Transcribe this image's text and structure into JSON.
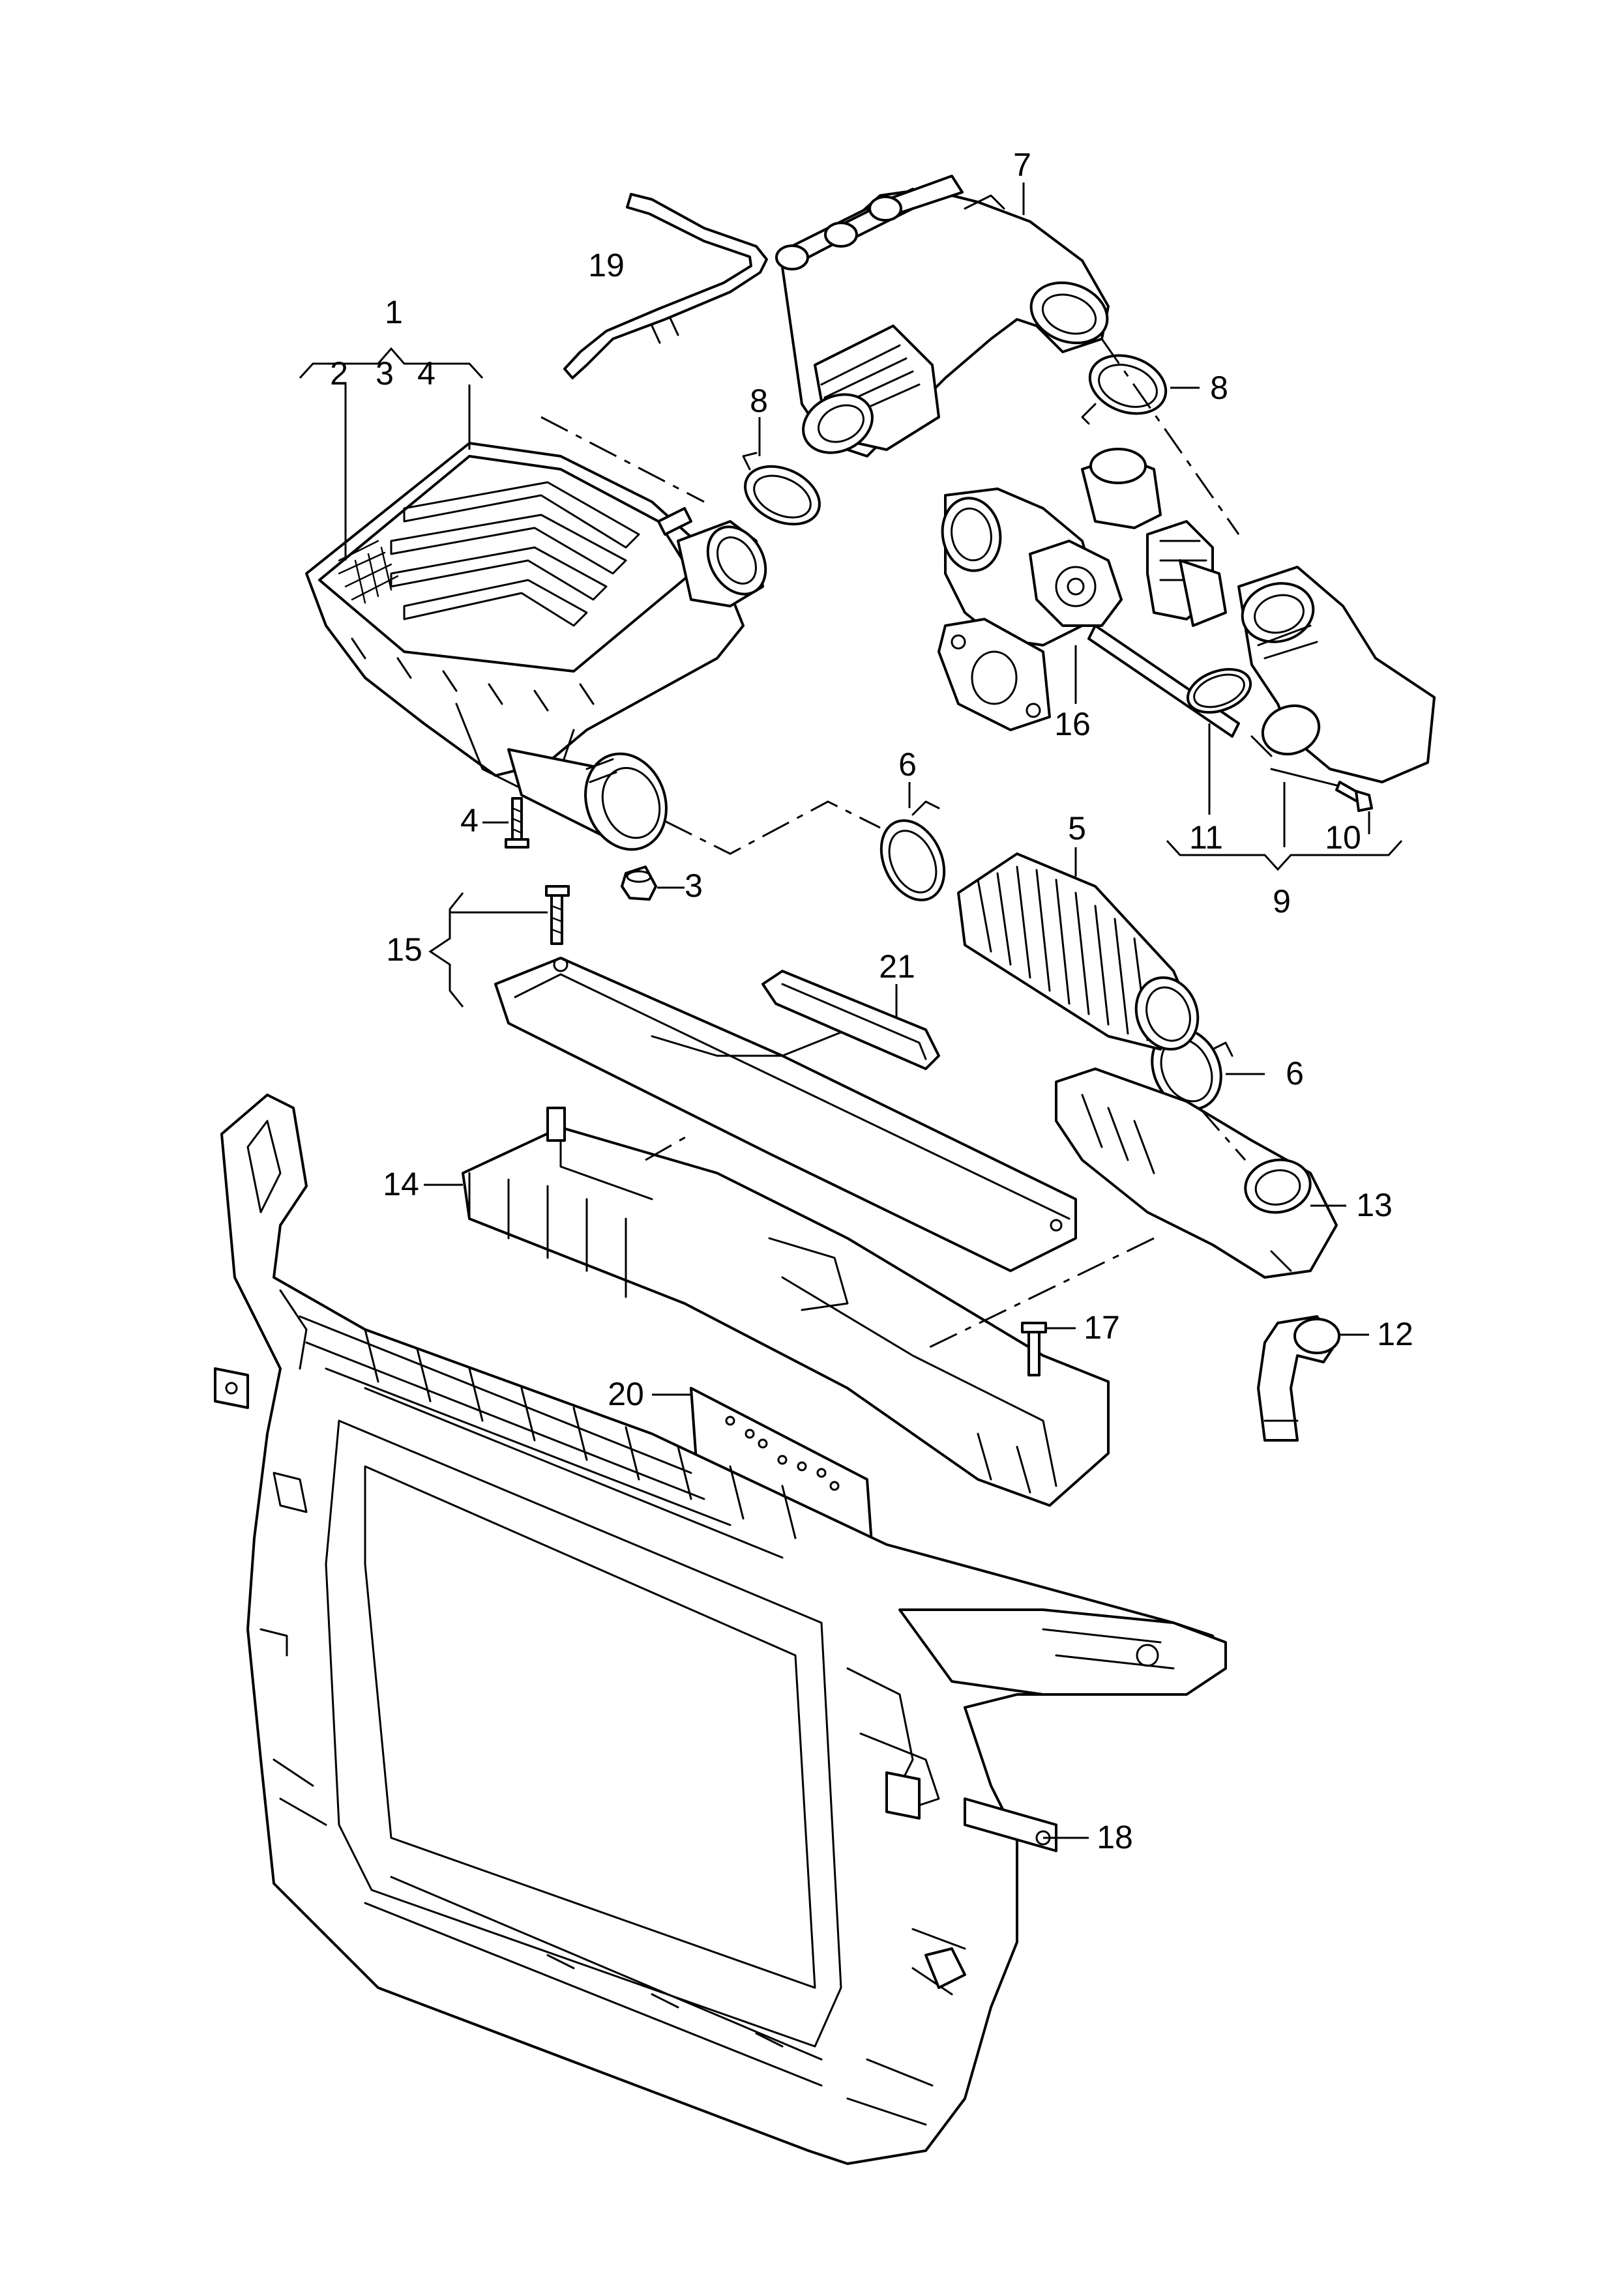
{
  "callouts": {
    "c1": "1",
    "c2": "2",
    "c3": "3",
    "c3b": "3",
    "c4": "4",
    "c4b": "4",
    "c5": "5",
    "c6a": "6",
    "c6b": "6",
    "c7": "7",
    "c8a": "8",
    "c8b": "8",
    "c9": "9",
    "c10": "10",
    "c11": "11",
    "c12": "12",
    "c13": "13",
    "c14": "14",
    "c15": "15",
    "c16": "16",
    "c17": "17",
    "c18": "18",
    "c19": "19",
    "c20": "20",
    "c21": "21"
  },
  "colors": {
    "line": "#000000",
    "background": "#ffffff"
  }
}
